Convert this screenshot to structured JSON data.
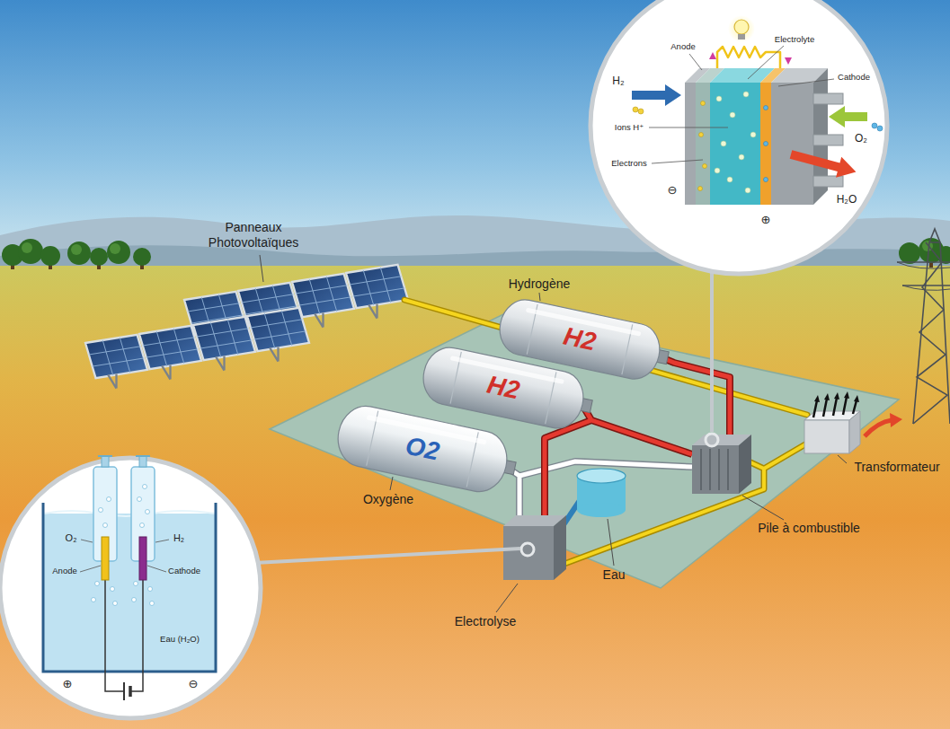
{
  "diagram": {
    "nodes": [
      {
        "text": [
          "O2"
        ]
      },
      {
        "text": [
          "H2"
        ]
      },
      {
        "text": [
          "H2"
        ]
      }
    ],
    "labels": [
      "Panneaux Photovoltaïques",
      "Hydrogène",
      "Oxygène",
      "Transformateur",
      "Pile à combustible",
      "Eau",
      "Electrolyse",
      "H₂",
      "Anode",
      "Electrolyte",
      "Cathode",
      "Ions H⁺",
      "Electrons",
      "⊖",
      "⊕",
      "O₂",
      "H₂O",
      "O₂",
      "H₂",
      "Anode",
      "Cathode",
      "Eau (H₂O)",
      "⊕",
      "⊖"
    ]
  }
}
